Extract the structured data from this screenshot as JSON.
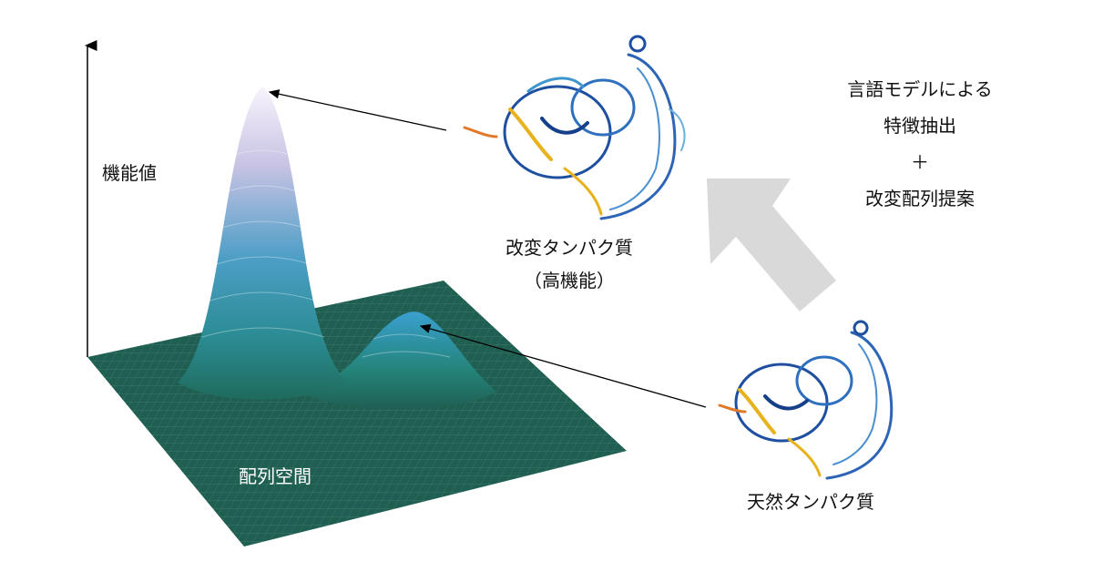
{
  "axis": {
    "y_label": "機能値",
    "plane_label": "配列空間"
  },
  "modified_protein": {
    "line1": "改変タンパク質",
    "line2": "（高機能）"
  },
  "natural_protein": {
    "label": "天然タンパク質"
  },
  "method": {
    "line1": "言語モデルによる",
    "line2": "特徴抽出",
    "line3": "＋",
    "line4": "改変配列提案"
  },
  "colors": {
    "plane": "#1f5f52",
    "peak_top": "#f4f0fb",
    "peak_mid": "#4aa0c8",
    "arrow_big": "#d9d9d9",
    "axis": "#000000"
  }
}
